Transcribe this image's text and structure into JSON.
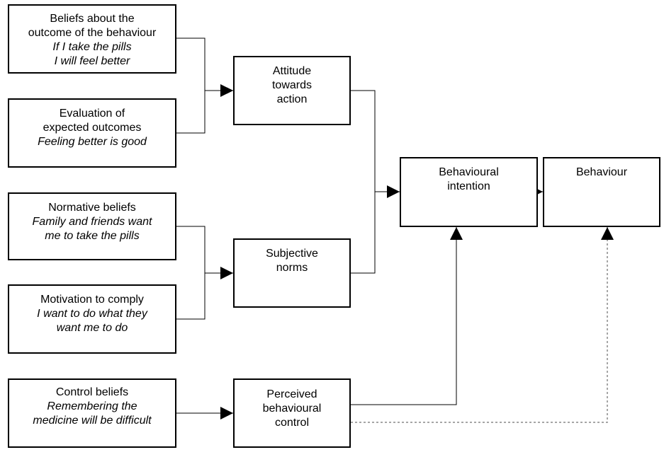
{
  "boxes": {
    "beliefs_outcome": {
      "label_lines": [
        "Beliefs about the",
        "outcome of the behaviour"
      ],
      "example_lines": [
        "If I take the pills",
        "I will feel better"
      ]
    },
    "evaluation": {
      "label_lines": [
        "Evaluation of",
        "expected outcomes"
      ],
      "example_lines": [
        "Feeling better is good"
      ]
    },
    "normative_beliefs": {
      "label_lines": [
        "Normative beliefs"
      ],
      "example_lines": [
        "Family and friends want",
        "me to take the pills"
      ]
    },
    "motivation": {
      "label_lines": [
        "Motivation to comply"
      ],
      "example_lines": [
        "I want to do what they",
        "want me to do"
      ]
    },
    "control_beliefs": {
      "label_lines": [
        "Control beliefs"
      ],
      "example_lines": [
        "Remembering the",
        "medicine will be difficult"
      ]
    },
    "attitude": {
      "label_lines": [
        "Attitude",
        "towards",
        "action"
      ]
    },
    "subjective_norms": {
      "label_lines": [
        "Subjective",
        "norms"
      ]
    },
    "perceived_control": {
      "label_lines": [
        "Perceived",
        "behavioural",
        "control"
      ]
    },
    "intention": {
      "label_lines": [
        "Behavioural",
        "intention"
      ]
    },
    "behaviour": {
      "label_lines": [
        "Behaviour"
      ]
    }
  },
  "connectors": [
    {
      "from": [
        "beliefs_outcome",
        "evaluation"
      ],
      "to": "attitude",
      "style": "solid"
    },
    {
      "from": [
        "normative_beliefs",
        "motivation"
      ],
      "to": "subjective_norms",
      "style": "solid"
    },
    {
      "from": [
        "control_beliefs"
      ],
      "to": "perceived_control",
      "style": "solid"
    },
    {
      "from": [
        "attitude",
        "subjective_norms"
      ],
      "to": "intention",
      "style": "solid"
    },
    {
      "from": [
        "perceived_control"
      ],
      "to": "intention",
      "style": "solid"
    },
    {
      "from": [
        "intention"
      ],
      "to": "behaviour",
      "style": "solid"
    },
    {
      "from": [
        "perceived_control"
      ],
      "to": "behaviour",
      "style": "dashed"
    }
  ],
  "colors": {
    "line": "#000000",
    "dashed_line": "#888888",
    "box_border": "#000000",
    "background": "#ffffff"
  }
}
